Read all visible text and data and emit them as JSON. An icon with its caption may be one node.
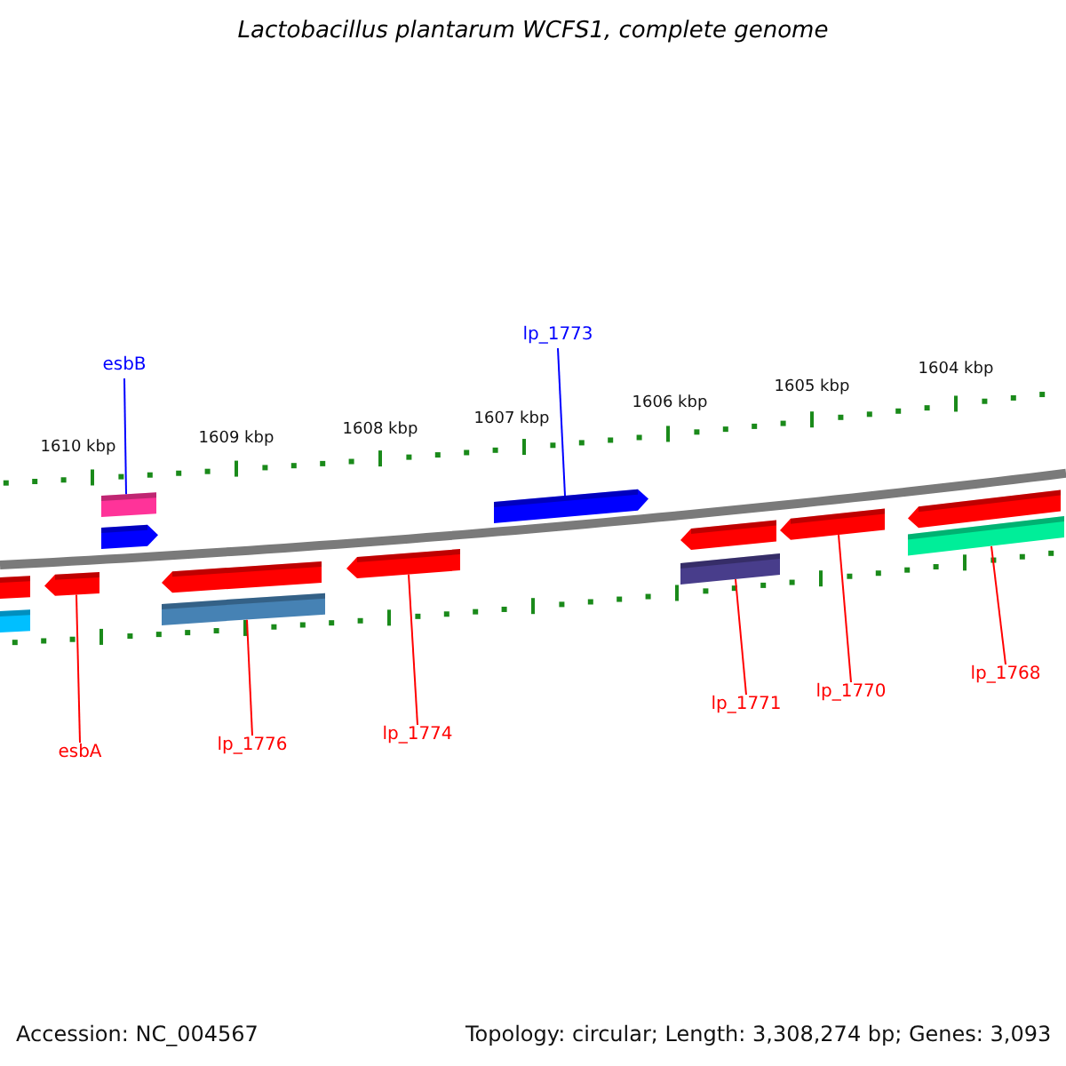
{
  "diagram": {
    "title": "Lactobacillus plantarum WCFS1, complete genome",
    "nodes": [
      {
        "text": [
          "esbB"
        ]
      },
      {
        "text": [
          "lp_1773"
        ]
      },
      {
        "text": [
          "esbA"
        ]
      },
      {
        "text": [
          "lp_1776"
        ]
      },
      {
        "text": [
          "lp_1774"
        ]
      },
      {
        "text": [
          "lp_1771"
        ]
      },
      {
        "text": [
          "lp_1770"
        ]
      },
      {
        "text": [
          "lp_1768"
        ]
      },
      {
        "text": [],
        "shape": "box"
      },
      {
        "text": [],
        "shape": "box"
      },
      {
        "text": [],
        "shape": "pentagon"
      },
      {
        "text": [],
        "shape": "box"
      },
      {
        "text": [],
        "shape": "pentagon"
      },
      {
        "text": [],
        "shape": "pentagon"
      },
      {
        "text": [],
        "shape": "box"
      },
      {
        "text": [],
        "shape": "pentagon"
      },
      {
        "text": [],
        "shape": "pentagon"
      },
      {
        "text": [],
        "shape": "pentagon"
      },
      {
        "text": [],
        "shape": "box"
      },
      {
        "text": [],
        "shape": "pentagon"
      },
      {
        "text": [],
        "shape": "pentagon"
      },
      {
        "text": [],
        "shape": "box"
      }
    ],
    "edges": [
      {
        "from": 0,
        "to": 11,
        "arrow": "none",
        "color": "#0000ff"
      },
      {
        "from": 1,
        "to": 16,
        "arrow": "none",
        "color": "#0000ff"
      },
      {
        "from": 2,
        "to": 10,
        "arrow": "none"
      },
      {
        "from": 3,
        "to": 14,
        "arrow": "none"
      },
      {
        "from": 4,
        "to": 15,
        "arrow": "none"
      },
      {
        "from": 5,
        "to": 18,
        "arrow": "none"
      },
      {
        "from": 6,
        "to": 19,
        "arrow": "none"
      },
      {
        "from": 7,
        "to": 21,
        "arrow": "none"
      }
    ],
    "labels": [
      "1604 kbp",
      "1605 kbp",
      "1606 kbp",
      "1607 kbp",
      "1608 kbp",
      "1609 kbp",
      "1610 kbp",
      "Accession: NC_004567",
      "Topology: circular; Length: 3,308,274 bp; Genes: 3,093"
    ]
  }
}
